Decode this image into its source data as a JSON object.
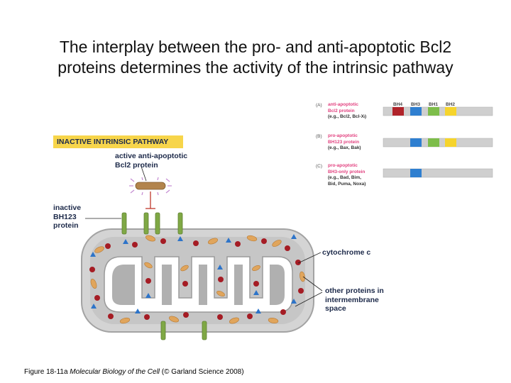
{
  "title": {
    "line1": "The interplay between the pro- and anti-apoptotic Bcl2",
    "line2": "proteins determines the activity of the intrinsic pathway"
  },
  "figure": {
    "banner": "INACTIVE INTRINSIC PATHWAY",
    "label_active_line1": "active anti-apoptotic",
    "label_active_line2": "Bcl2 protein",
    "label_inactive_line1": "inactive",
    "label_inactive_line2": "BH123",
    "label_inactive_line3": "protein",
    "label_cytochrome": "cytochrome c",
    "label_other_line1": "other proteins in",
    "label_other_line2": "intermembrane",
    "label_other_line3": "space"
  },
  "legend": {
    "domain_headers": [
      "BH4",
      "BH3",
      "BH1",
      "BH2"
    ],
    "rows": [
      {
        "key": "(A)",
        "line1": "anti-apoptotic",
        "line2": "Bcl2 protein",
        "line3": "(e.g., Bcl2, Bcl-Xₗ)"
      },
      {
        "key": "(B)",
        "line1": "pro-apoptotic",
        "line2": "BH123 protein",
        "line3": "(e.g., Bax, Bak)"
      },
      {
        "key": "(C)",
        "line1": "pro-apoptotic",
        "line2": "BH3-only protein",
        "line3": "(e.g., Bad, Bim,",
        "line4": "Bid, Puma, Noxa)"
      }
    ]
  },
  "colors": {
    "bh4": "#b0232a",
    "bh3": "#2f7fd0",
    "bh1": "#7dbd4a",
    "bh2": "#f6d42c",
    "membrane": "#cfcfcf",
    "matrix": "#b2b2b2",
    "cytochrome": "#a51c24",
    "other_protein": "#e0a55c",
    "triangle": "#2d74c9",
    "bh123": "#7fa845",
    "bcl2": "#b2844c",
    "label_text": "#1d2a4a",
    "banner_bg": "#f7d54a"
  },
  "caption": {
    "prefix": "Figure 18-11a ",
    "book": "Molecular Biology of the Cell",
    "suffix": " (© Garland Science 2008)"
  }
}
